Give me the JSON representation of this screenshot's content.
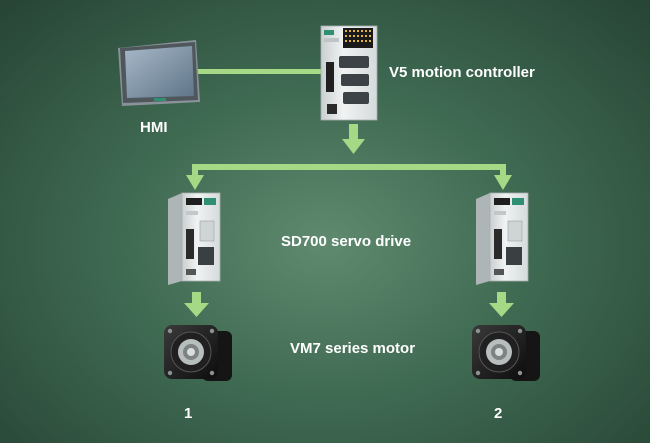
{
  "labels": {
    "controller": "V5 motion controller",
    "hmi": "HMI",
    "servo_drive": "SD700 servo drive",
    "motor": "VM7 series motor",
    "axis_1": "1",
    "axis_2": "2"
  },
  "colors": {
    "background_center": "#5f8a6f",
    "background_edge": "#274434",
    "connector": "#a6d985",
    "label_text": "#ffffff",
    "device_body": "#e9ecec",
    "hmi_screen": "#7f93a6",
    "motor_body": "#1b1b1b"
  },
  "icons": {
    "hmi": "touch-panel-icon",
    "controller": "motion-controller-icon",
    "drive": "servo-drive-icon",
    "motor": "servo-motor-icon"
  }
}
